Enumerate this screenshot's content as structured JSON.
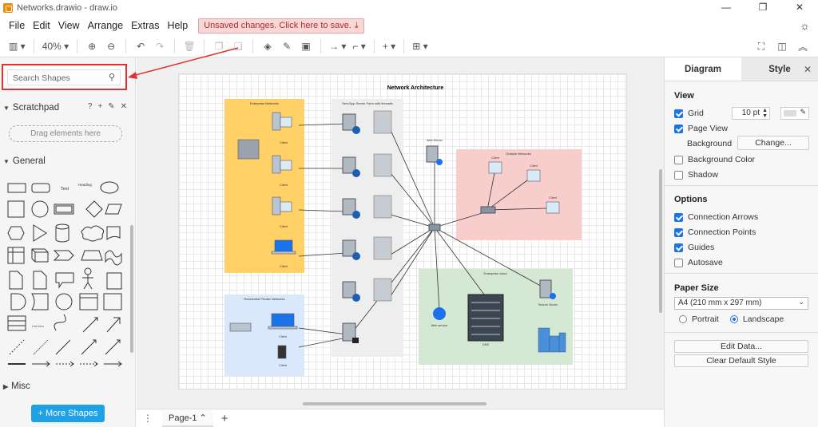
{
  "window": {
    "title": "Networks.drawio - draw.io",
    "controls": [
      "—",
      "❐",
      "✕"
    ]
  },
  "menu": {
    "items": [
      "File",
      "Edit",
      "View",
      "Arrange",
      "Extras",
      "Help"
    ],
    "unsaved": "Unsaved changes. Click here to save."
  },
  "toolbar": {
    "zoom": "40%"
  },
  "left": {
    "search_placeholder": "Search Shapes",
    "scratchpad": "Scratchpad",
    "drag_hint": "Drag elements here",
    "general": "General",
    "misc": "Misc",
    "more_shapes": "+ More Shapes",
    "shape_labels": {
      "text": "Text",
      "heading": "Heading",
      "list": "List item"
    }
  },
  "diagram": {
    "title": "Network Architecture",
    "groups": {
      "enterprise_networks": "Enterprise Networks",
      "server_farm": "Serv/App Server Farm with firewalls",
      "outside_networks": "Outside Networks",
      "residential": "Residential Private Networks",
      "enterprise_cloud": "Enterprise cloud"
    },
    "labels": {
      "client": "Client",
      "web_server": "Web Server",
      "web_service": "Web service",
      "dns": "DNS",
      "secure_server": "Secure Server"
    }
  },
  "pages": {
    "current": "Page-1"
  },
  "right": {
    "tabs": [
      "Diagram",
      "Style"
    ],
    "view": "View",
    "grid": "Grid",
    "grid_size": "10 pt",
    "page_view": "Page View",
    "background": "Background",
    "change": "Change...",
    "background_color": "Background Color",
    "shadow": "Shadow",
    "options": "Options",
    "connection_arrows": "Connection Arrows",
    "connection_points": "Connection Points",
    "guides": "Guides",
    "autosave": "Autosave",
    "paper_size": "Paper Size",
    "paper_value": "A4 (210 mm x 297 mm)",
    "portrait": "Portrait",
    "landscape": "Landscape",
    "edit_data": "Edit Data...",
    "clear_default": "Clear Default Style"
  },
  "colors": {
    "accent": "#1a73e8",
    "orange_group": "#ffd166",
    "red_group": "#f8cecc",
    "blue_group": "#dae8fc",
    "green_group": "#d5e8d4",
    "gray_group": "#eeeeee",
    "more_shapes": "#1ea1e6"
  }
}
